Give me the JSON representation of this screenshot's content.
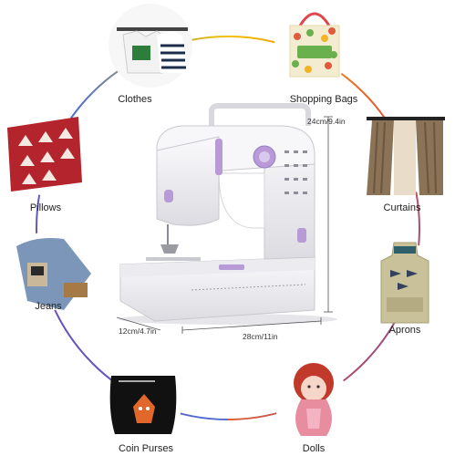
{
  "uses": [
    {
      "key": "clothes",
      "label": "Clothes",
      "icon": "clothes-photo"
    },
    {
      "key": "shopping-bags",
      "label": "Shopping Bags",
      "icon": "tote-bag-photo"
    },
    {
      "key": "pillows",
      "label": "Pillows",
      "icon": "pillow-photo"
    },
    {
      "key": "curtains",
      "label": "Curtains",
      "icon": "curtain-photo"
    },
    {
      "key": "jeans",
      "label": "Jeans",
      "icon": "jeans-photo"
    },
    {
      "key": "aprons",
      "label": "Aprons",
      "icon": "apron-photo"
    },
    {
      "key": "coin-purses",
      "label": "Coin Purses",
      "icon": "coin-purse-photo"
    },
    {
      "key": "dolls",
      "label": "Dolls",
      "icon": "doll-photo"
    }
  ],
  "dimensions": {
    "height": "24cm/9.4in",
    "width": "28cm/11in",
    "depth": "12cm/4.7in"
  },
  "colors": {
    "ring_top": "#f2c200",
    "ring_right": "#e8632a",
    "ring_bottom": "#7b3fa8",
    "ring_left": "#4b6fd6",
    "machine_accent": "#b79ad6",
    "machine_body": "#f3f3f6"
  }
}
